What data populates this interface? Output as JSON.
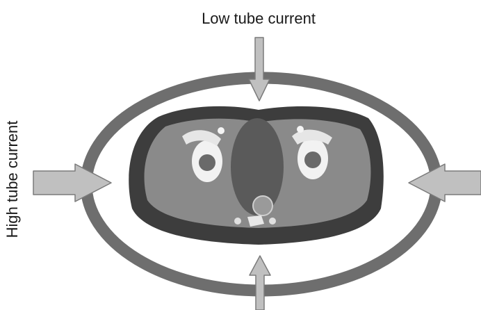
{
  "labels": {
    "top": "Low tube current",
    "side": "High tube current"
  },
  "colors": {
    "ring": "#6e6e6e",
    "arrow_fill": "#c0c0c0",
    "arrow_stroke": "#7a7a7a",
    "body_outer": "#3d3d3d",
    "body_tissue": "#8a8a8a",
    "bone": "#f2f2f2"
  },
  "icons": {
    "ring": "elliptical-gantry-ring",
    "arrow": "block-arrow",
    "scan": "pelvis-ct-cross-section"
  }
}
